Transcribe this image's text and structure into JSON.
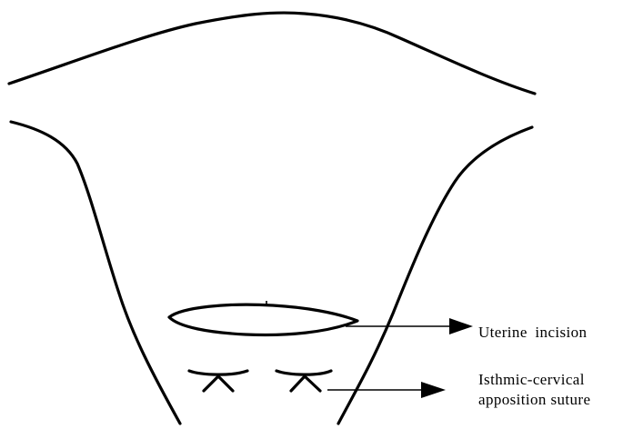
{
  "labels": {
    "uterine_incision": "Uterine incision",
    "suture_line1": "Isthmic-cervical",
    "suture_line2": "apposition suture"
  },
  "colors": {
    "stroke": "#000000",
    "background": "#ffffff"
  }
}
